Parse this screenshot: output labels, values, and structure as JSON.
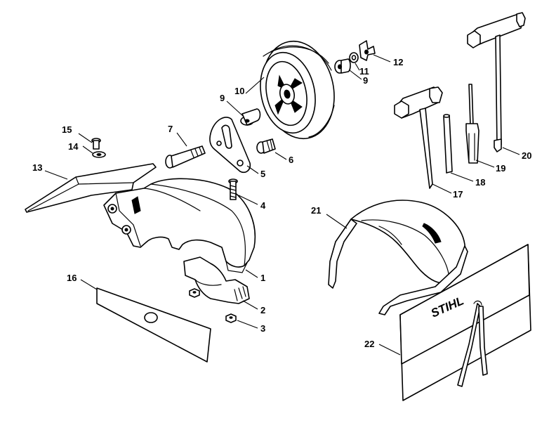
{
  "callouts": {
    "c1": "1",
    "c2": "2",
    "c3": "3",
    "c4": "4",
    "c5": "5",
    "c6": "6",
    "c7": "7",
    "c8": "9",
    "c9": "9",
    "c10": "10",
    "c11": "11",
    "c12": "12",
    "c13": "13",
    "c14": "14",
    "c15": "15",
    "c16": "16",
    "c17": "17",
    "c18": "18",
    "c19": "19",
    "c20": "20",
    "c21": "21",
    "c22": "22"
  },
  "bag": {
    "brand": "STIHL"
  }
}
